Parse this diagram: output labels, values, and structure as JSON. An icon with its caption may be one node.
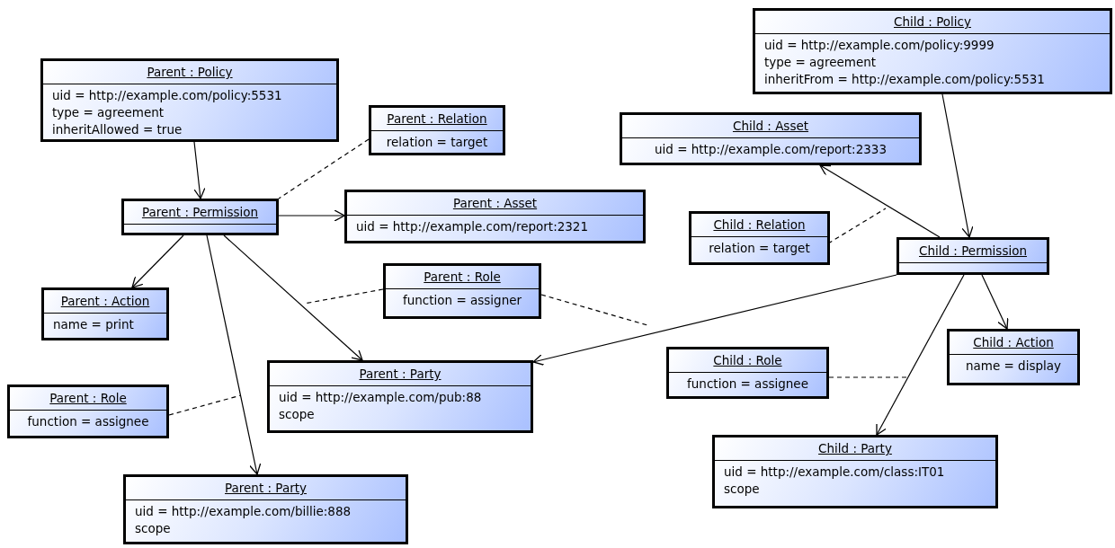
{
  "diagram": {
    "nodes": [
      {
        "text": [
          "Parent : Policy",
          "uid = http://example.com/policy:5531",
          "type = agreement",
          "inheritAllowed = true"
        ]
      },
      {
        "text": [
          "Parent : Relation",
          "relation = target"
        ]
      },
      {
        "text": [
          "Child : Policy",
          "uid = http://example.com/policy:9999",
          "type = agreement",
          "inheritFrom = http://example.com/policy:5531"
        ]
      },
      {
        "text": [
          "Child : Asset",
          "uid = http://example.com/report:2333"
        ]
      },
      {
        "text": [
          "Parent : Permission"
        ]
      },
      {
        "text": [
          "Parent : Asset",
          "uid = http://example.com/report:2321"
        ]
      },
      {
        "text": [
          "Child : Relation",
          "relation = target"
        ]
      },
      {
        "text": [
          "Child : Permission"
        ]
      },
      {
        "text": [
          "Parent : Role",
          "function = assigner"
        ]
      },
      {
        "text": [
          "Parent : Action",
          "name = print"
        ]
      },
      {
        "text": [
          "Child : Action",
          "name = display"
        ]
      },
      {
        "text": [
          "Child : Role",
          "function = assignee"
        ]
      },
      {
        "text": [
          "Parent : Party",
          "uid = http://example.com/pub:88",
          "scope"
        ]
      },
      {
        "text": [
          "Parent : Role",
          "function = assignee"
        ]
      },
      {
        "text": [
          "Child : Party",
          "uid = http://example.com/class:IT01",
          "scope"
        ]
      },
      {
        "text": [
          "Parent : Party",
          "uid = http://example.com/billie:888",
          "scope"
        ]
      }
    ],
    "edges": [
      {
        "from": 0,
        "to": 4,
        "arrow": "to"
      },
      {
        "from": 4,
        "to": 5,
        "arrow": "to"
      },
      {
        "from": 4,
        "to": 9,
        "arrow": "to"
      },
      {
        "from": 4,
        "to": 12,
        "arrow": "to"
      },
      {
        "from": 4,
        "to": 15,
        "arrow": "to"
      },
      {
        "from": 2,
        "to": 7,
        "arrow": "to"
      },
      {
        "from": 7,
        "to": 3,
        "arrow": "to"
      },
      {
        "from": 7,
        "to": 10,
        "arrow": "to"
      },
      {
        "from": 7,
        "to": 14,
        "arrow": "to"
      },
      {
        "from": 7,
        "to": 12,
        "arrow": "to"
      },
      {
        "from": 1,
        "to": 4,
        "arrow": "none",
        "style": "dashed"
      },
      {
        "from": 6,
        "to": null,
        "arrow": "none",
        "style": "dashed"
      },
      {
        "from": 8,
        "to": null,
        "arrow": "none",
        "style": "dashed"
      },
      {
        "from": 8,
        "to": null,
        "arrow": "none",
        "style": "dashed"
      },
      {
        "from": 11,
        "to": null,
        "arrow": "none",
        "style": "dashed"
      },
      {
        "from": 13,
        "to": null,
        "arrow": "none",
        "style": "dashed"
      }
    ]
  }
}
